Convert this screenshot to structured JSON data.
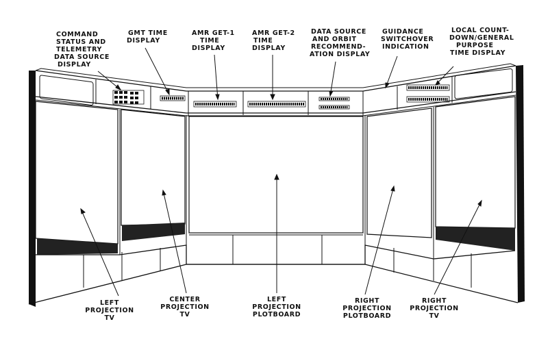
{
  "labels": {
    "command_status": [
      "COMMAND",
      "STATUS AND",
      "TELEMETRY",
      "DATA SOURCE",
      "DISPLAY"
    ],
    "gmt_time": [
      "GMT TIME",
      "DISPLAY"
    ],
    "amr_get1": [
      "AMR GET-1",
      "TIME",
      "DISPLAY"
    ],
    "amr_get2": [
      "AMR GET-2",
      "TIME",
      "DISPLAY"
    ],
    "data_source_orbit": [
      "DATA SOURCE",
      "AND ORBIT",
      "RECOMMEND-",
      "ATION DISPLAY"
    ],
    "guidance_switchover": [
      "GUIDANCE",
      "SWITCHOVER",
      "INDICATION"
    ],
    "local_countdown": [
      "LOCAL COUNT-",
      "DOWN/GENERAL",
      "PURPOSE",
      "TIME DISPLAY"
    ],
    "left_projection_tv": [
      "LEFT",
      "PROJECTION",
      "TV"
    ],
    "center_projection_tv": [
      "CENTER",
      "PROJECTION",
      "TV"
    ],
    "left_projection_plotboard": [
      "LEFT",
      "PROJECTION",
      "PLOTBOARD"
    ],
    "right_projection_plotboard": [
      "RIGHT",
      "PROJECTION",
      "PLOTBOARD"
    ],
    "right_projection_tv": [
      "RIGHT",
      "PROJECTION",
      "TV"
    ]
  }
}
